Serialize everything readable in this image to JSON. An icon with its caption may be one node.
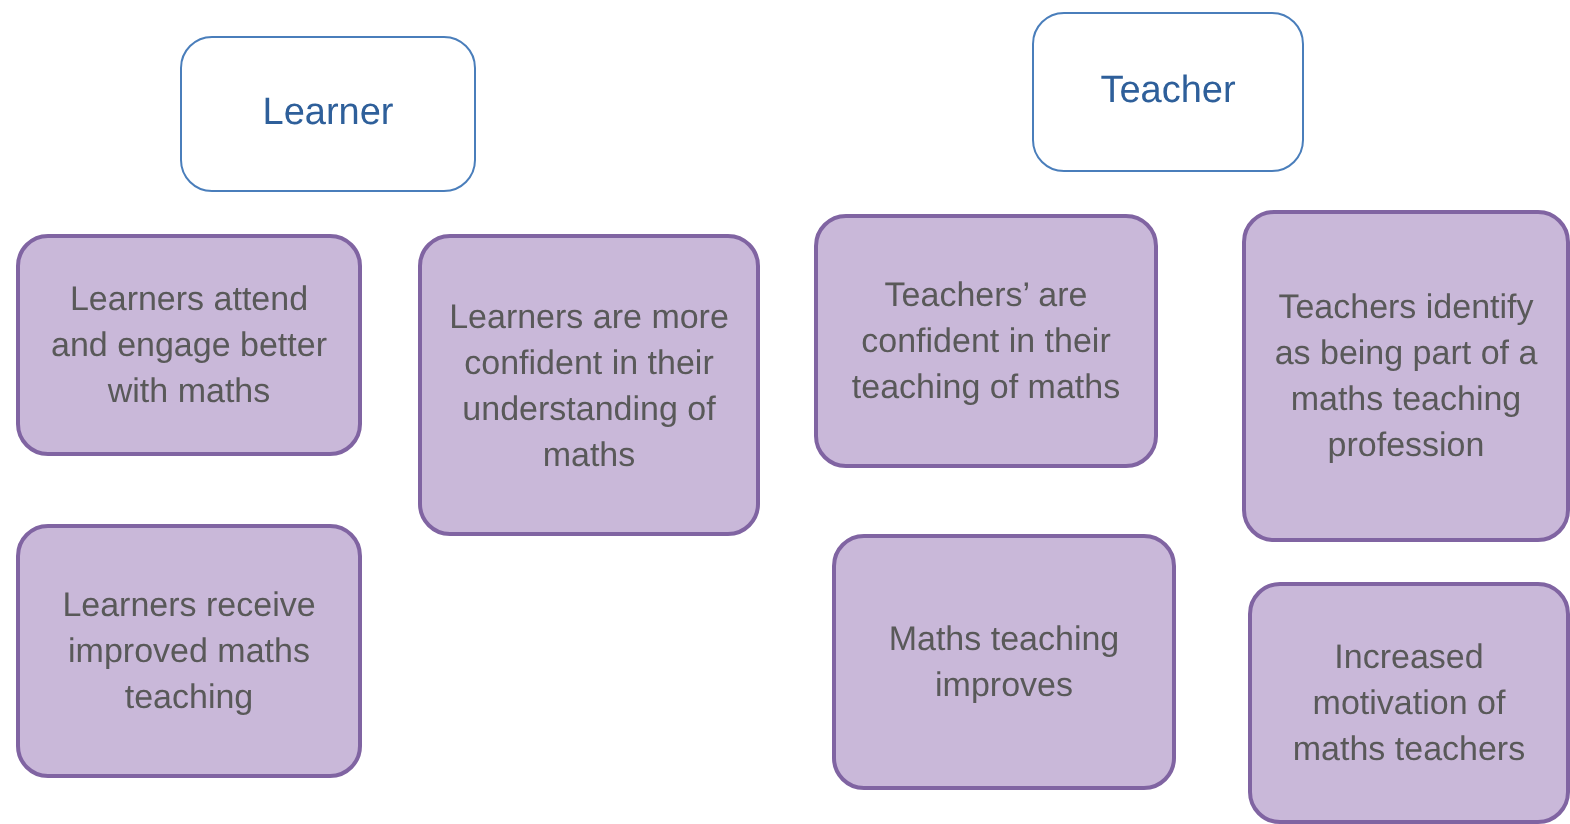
{
  "diagram": {
    "nodes": [
      {
        "text": [
          "Learner"
        ]
      },
      {
        "text": [
          "Teacher"
        ]
      },
      {
        "text": [
          "Learners attend and engage better with maths"
        ]
      },
      {
        "text": [
          "Learners are more confident in their understanding of maths"
        ]
      },
      {
        "text": [
          "Teachers’ are confident in their teaching of maths"
        ]
      },
      {
        "text": [
          "Teachers identify as being part of a maths teaching profession"
        ]
      },
      {
        "text": [
          "Learners receive improved maths teaching"
        ]
      },
      {
        "text": [
          "Maths teaching improves"
        ]
      },
      {
        "text": [
          "Increased motivation of maths teachers"
        ]
      }
    ],
    "edges": []
  }
}
